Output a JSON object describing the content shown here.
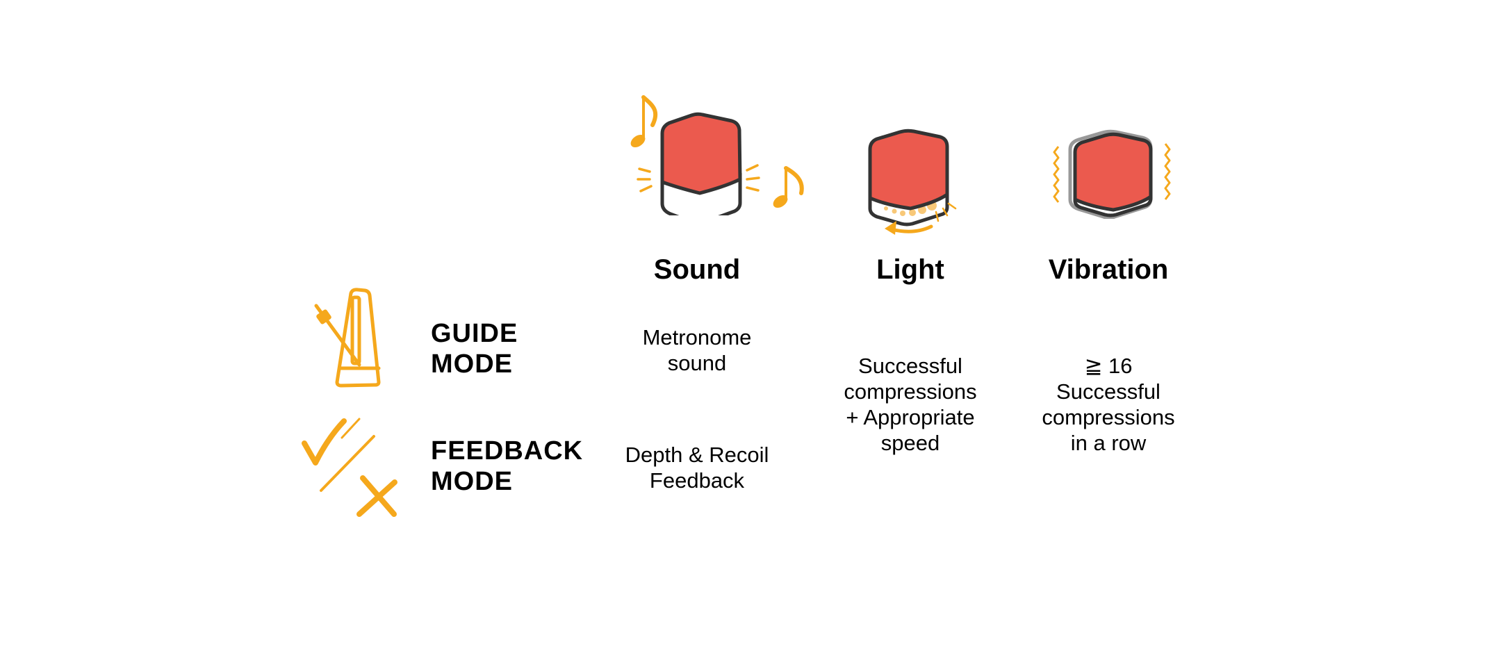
{
  "colors": {
    "accent": "#f5a81c",
    "device_red": "#eb5a4e",
    "outline": "#3a3a3a"
  },
  "columns": [
    {
      "title": "Sound",
      "icon": "sound-device-icon"
    },
    {
      "title": "Light",
      "icon": "light-device-icon"
    },
    {
      "title": "Vibration",
      "icon": "vibration-device-icon"
    }
  ],
  "modes": {
    "guide": {
      "line1": "GUIDE",
      "line2": "MODE",
      "icon": "metronome-icon"
    },
    "feedback": {
      "line1": "FEEDBACK",
      "line2": "MODE",
      "icon": "check-cross-icon"
    }
  },
  "cells": {
    "guide_sound": [
      "Metronome",
      "sound"
    ],
    "feedback_sound": [
      "Depth & Recoil",
      "Feedback"
    ],
    "light": [
      "Successful",
      "compressions",
      "+ Appropriate",
      "speed"
    ],
    "vibration": [
      "≧ 16",
      "Successful",
      "compressions",
      "in a row"
    ]
  }
}
